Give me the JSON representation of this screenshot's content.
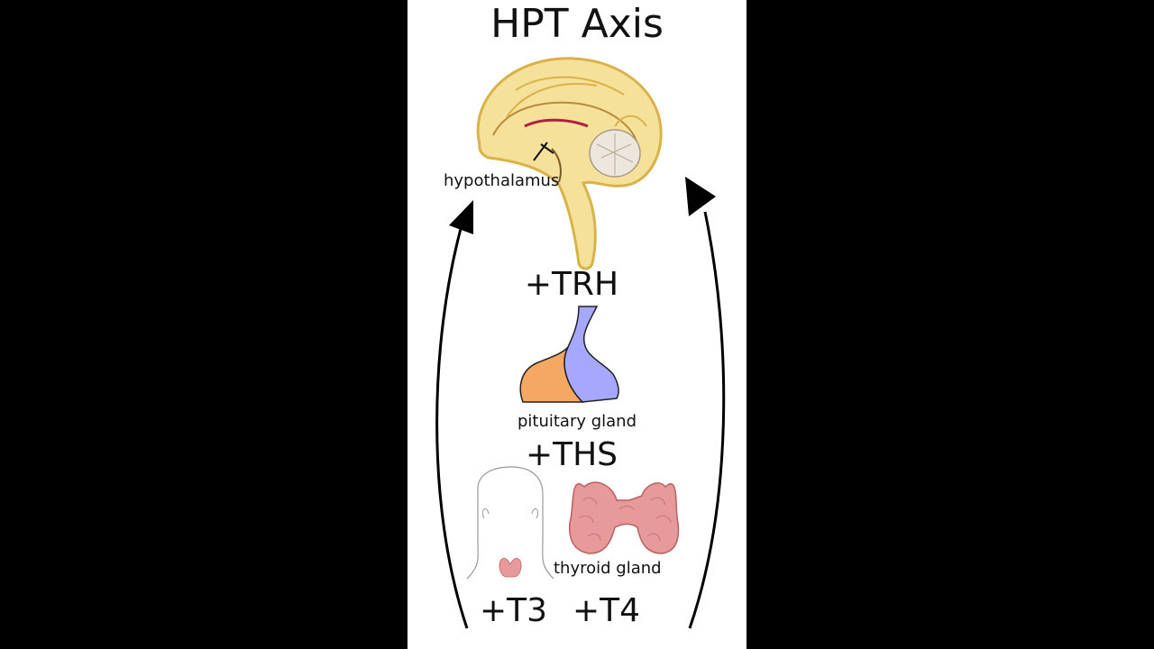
{
  "colors": {
    "background": "#000000",
    "panel": "#ffffff",
    "text": "#111111",
    "brain_fill": "#f5e19a",
    "brain_outline": "#d9b24a",
    "pituitary_anterior": "#f5a862",
    "pituitary_posterior": "#a6a8ff",
    "thyroid": "#e79a9a",
    "arrow": "#000000"
  },
  "icons": [
    "brain-sagittal-icon",
    "pituitary-gland-icon",
    "head-outline-icon",
    "thyroid-gland-icon",
    "feedback-arrow-icon"
  ],
  "diagram": {
    "title": "HPT Axis",
    "hypothalamus_label": "hypothalamus",
    "trh_label": "+TRH",
    "pituitary_label": "pituitary gland",
    "ths_label": "+THS",
    "thyroid_label": "thyroid gland",
    "t3_label": "+T3",
    "t4_label": "+T4"
  }
}
